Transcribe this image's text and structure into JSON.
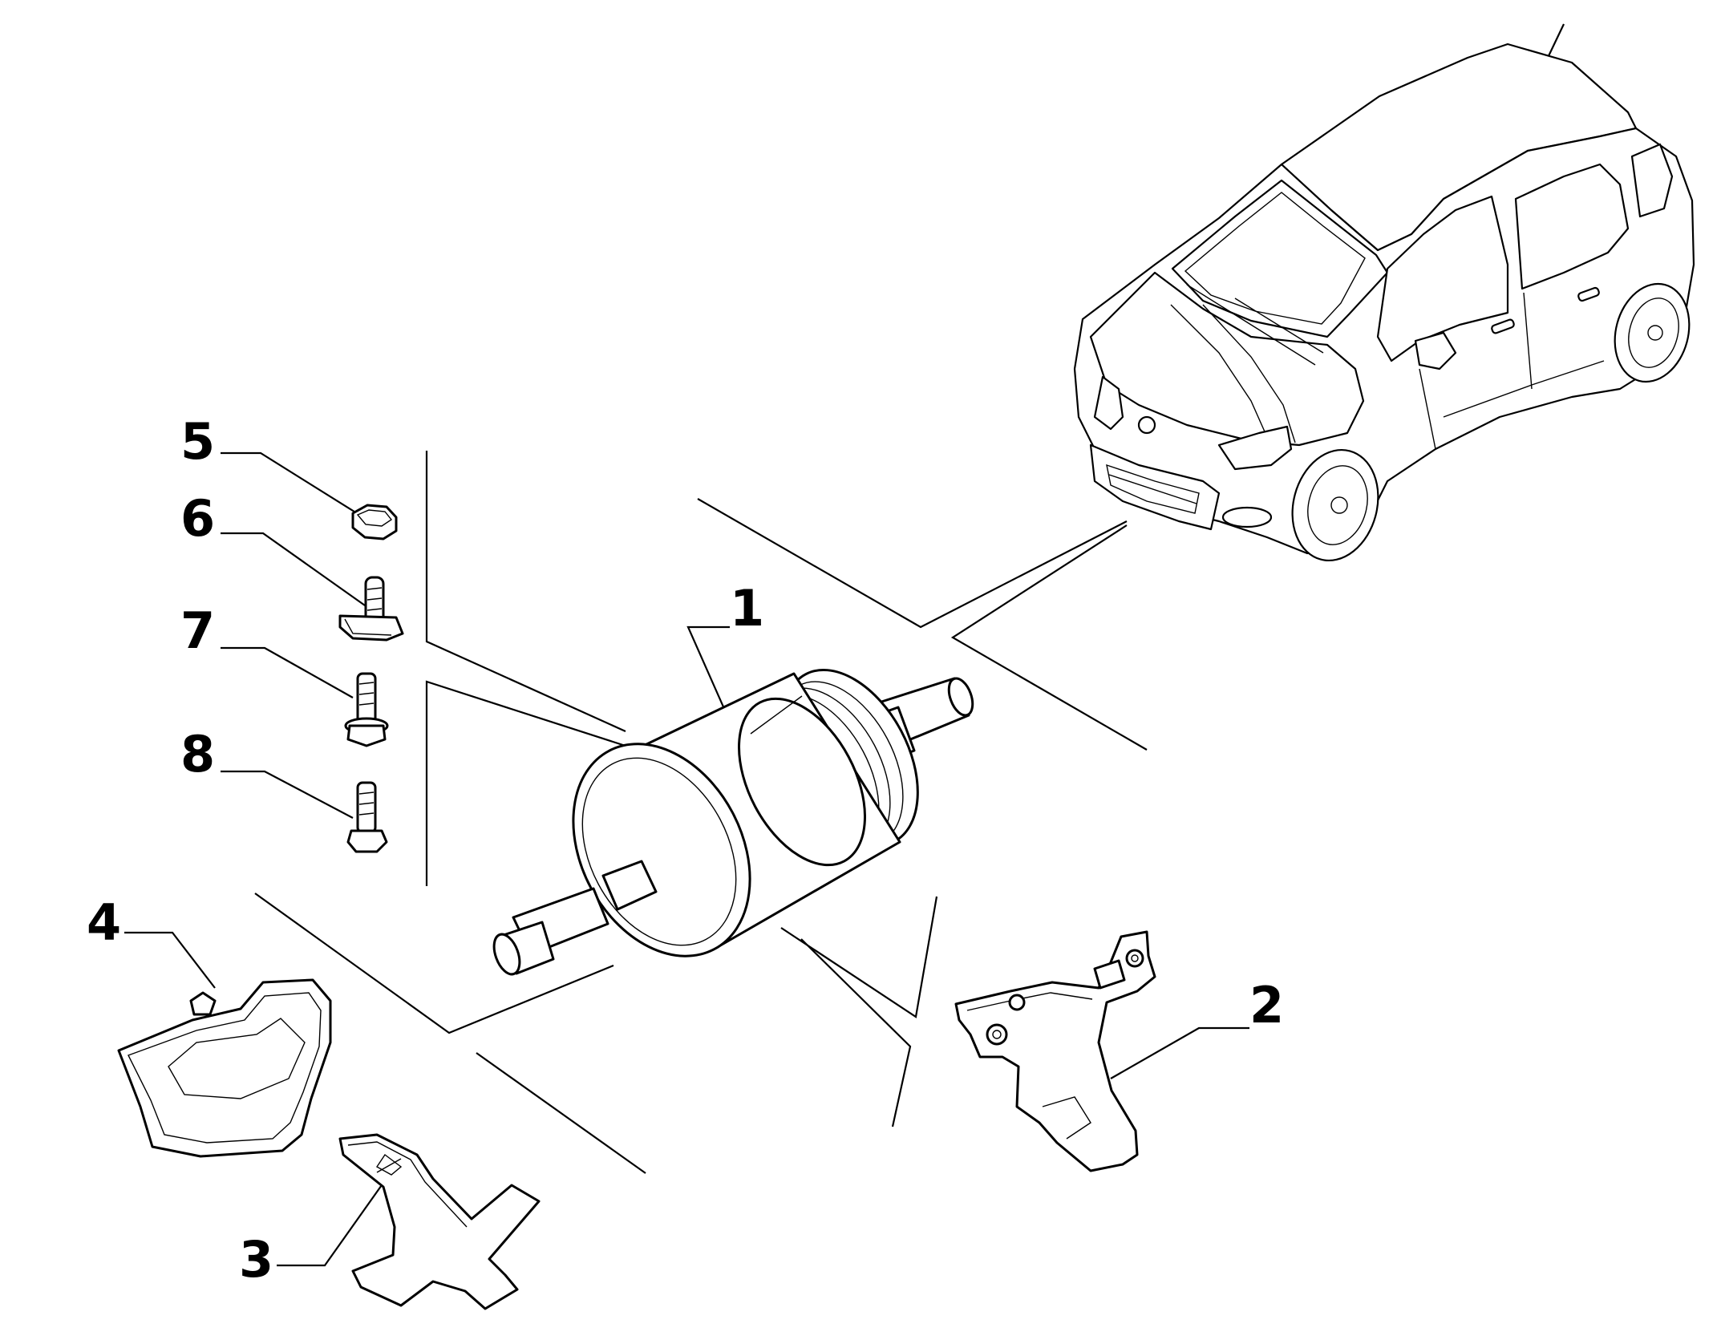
{
  "diagram": {
    "callouts": [
      {
        "id": "1",
        "label": "1"
      },
      {
        "id": "2",
        "label": "2"
      },
      {
        "id": "3",
        "label": "3"
      },
      {
        "id": "4",
        "label": "4"
      },
      {
        "id": "5",
        "label": "5"
      },
      {
        "id": "6",
        "label": "6"
      },
      {
        "id": "7",
        "label": "7"
      },
      {
        "id": "8",
        "label": "8"
      }
    ],
    "parts": [
      {
        "callout": "1",
        "icon": "fuel-filter-icon"
      },
      {
        "callout": "2",
        "icon": "mounting-bracket-icon"
      },
      {
        "callout": "3",
        "icon": "clamp-bracket-icon"
      },
      {
        "callout": "4",
        "icon": "heat-shield-icon"
      },
      {
        "callout": "5",
        "icon": "hex-nut-icon"
      },
      {
        "callout": "6",
        "icon": "stud-with-clip-icon"
      },
      {
        "callout": "7",
        "icon": "flange-bolt-icon"
      },
      {
        "callout": "8",
        "icon": "bolt-icon"
      }
    ],
    "vehicle_icon": "car-silhouette-icon",
    "colors": {
      "line": "#000000",
      "background": "#ffffff"
    }
  }
}
